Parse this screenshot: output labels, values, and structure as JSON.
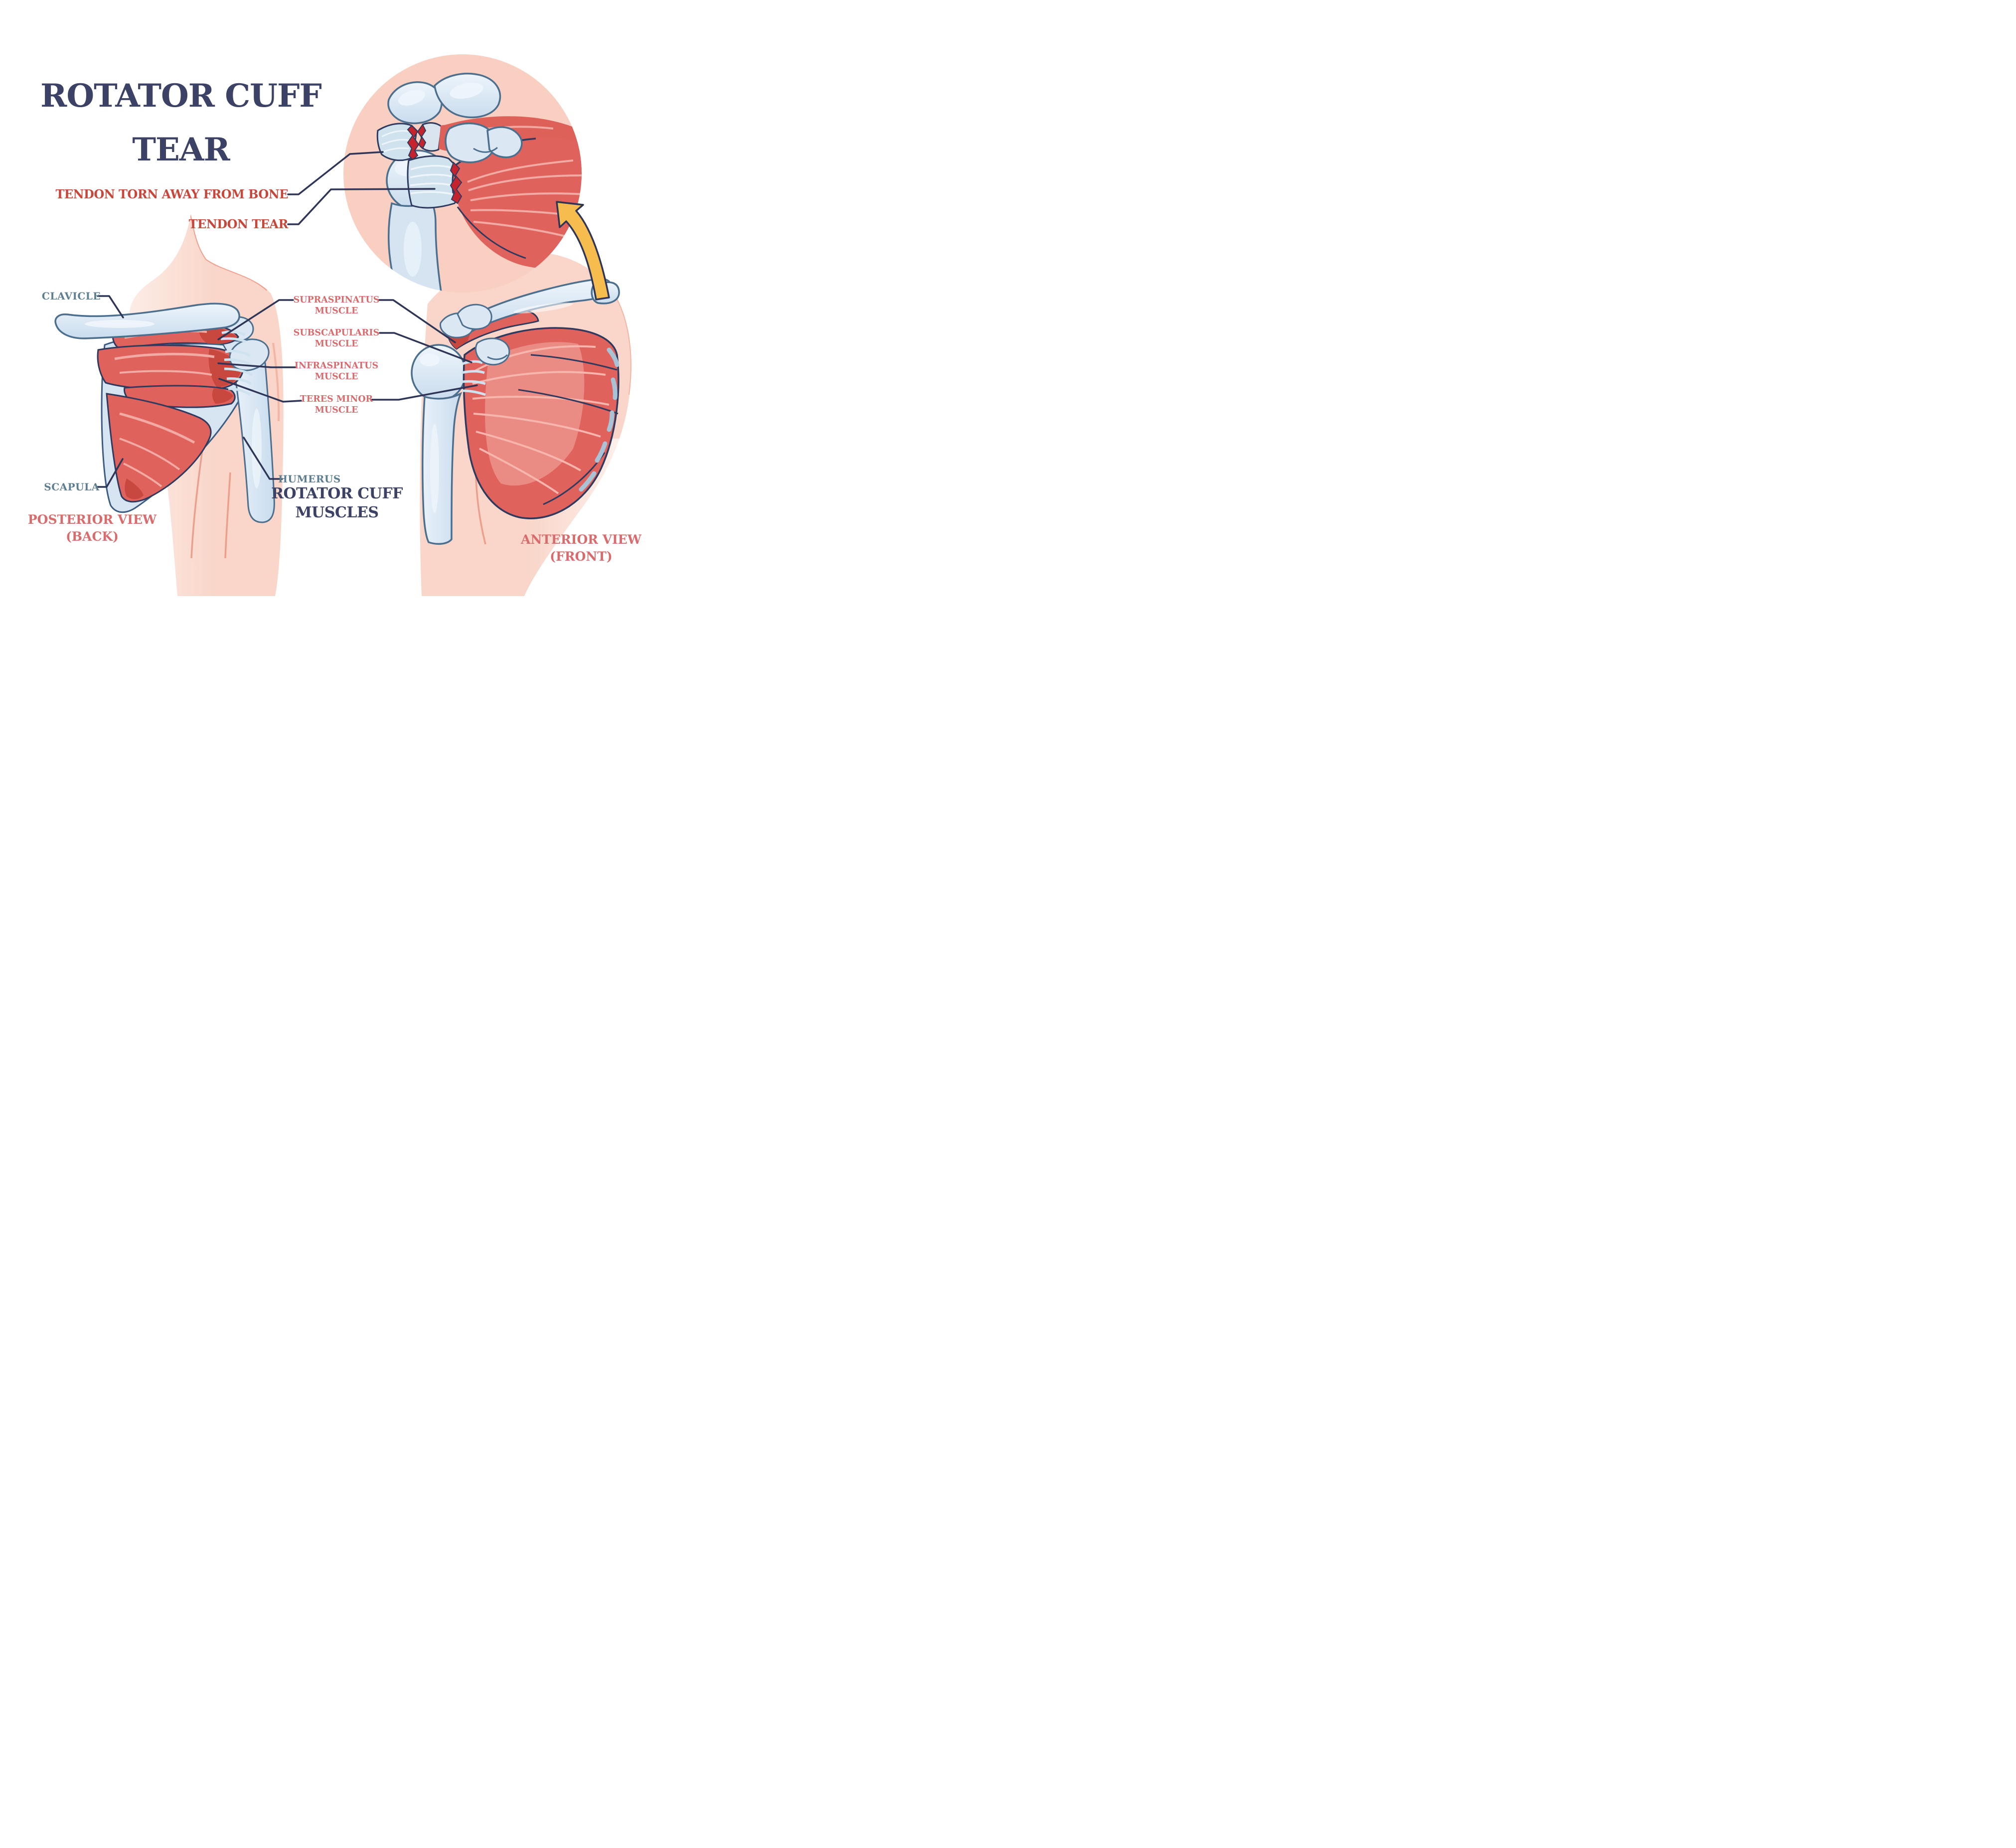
{
  "title": {
    "line1": "ROTATOR CUFF",
    "line2": "TEAR"
  },
  "callouts": {
    "tendon_torn": "TENDON TORN AWAY FROM BONE",
    "tendon_tear": "TENDON TEAR"
  },
  "bones": {
    "clavicle": "CLAVICLE",
    "scapula": "SCAPULA",
    "humerus": "HUMERUS"
  },
  "muscles": {
    "supraspinatus_l1": "SUPRASPINATUS",
    "supraspinatus_l2": "MUSCLE",
    "subscapularis_l1": "SUBSCAPULARIS",
    "subscapularis_l2": "MUSCLE",
    "infraspinatus_l1": "INFRASPINATUS",
    "infraspinatus_l2": "MUSCLE",
    "teres_minor_l1": "TERES MINOR",
    "teres_minor_l2": "MUSCLE"
  },
  "captions": {
    "muscles_group_l1": "ROTATOR CUFF",
    "muscles_group_l2": "MUSCLES",
    "posterior_l1": "POSTERIOR VIEW",
    "posterior_l2": "(BACK)",
    "anterior_l1": "ANTERIOR VIEW",
    "anterior_l2": "(FRONT)"
  },
  "colors": {
    "title_navy": "#3c4166",
    "callout_red": "#c7473a",
    "muscle_label_coral": "#d96b6d",
    "bone_label_slate": "#5e7e92",
    "leader_line_navy": "#2f3557",
    "skin_pink": "#f9d6c9",
    "inset_circle_pink": "#f9cfc1",
    "bone_fill": "#dbe8f4",
    "bone_outline": "#4c6f8e",
    "muscle_red": "#e0625c",
    "muscle_dark_red": "#c84840",
    "muscle_striation": "#f2aba4",
    "tendon_blue": "#cfe2ee",
    "tear_red": "#c5232d",
    "arrow_yellow": "#f6bd4e",
    "illustration_outline": "#2e3a5e"
  }
}
